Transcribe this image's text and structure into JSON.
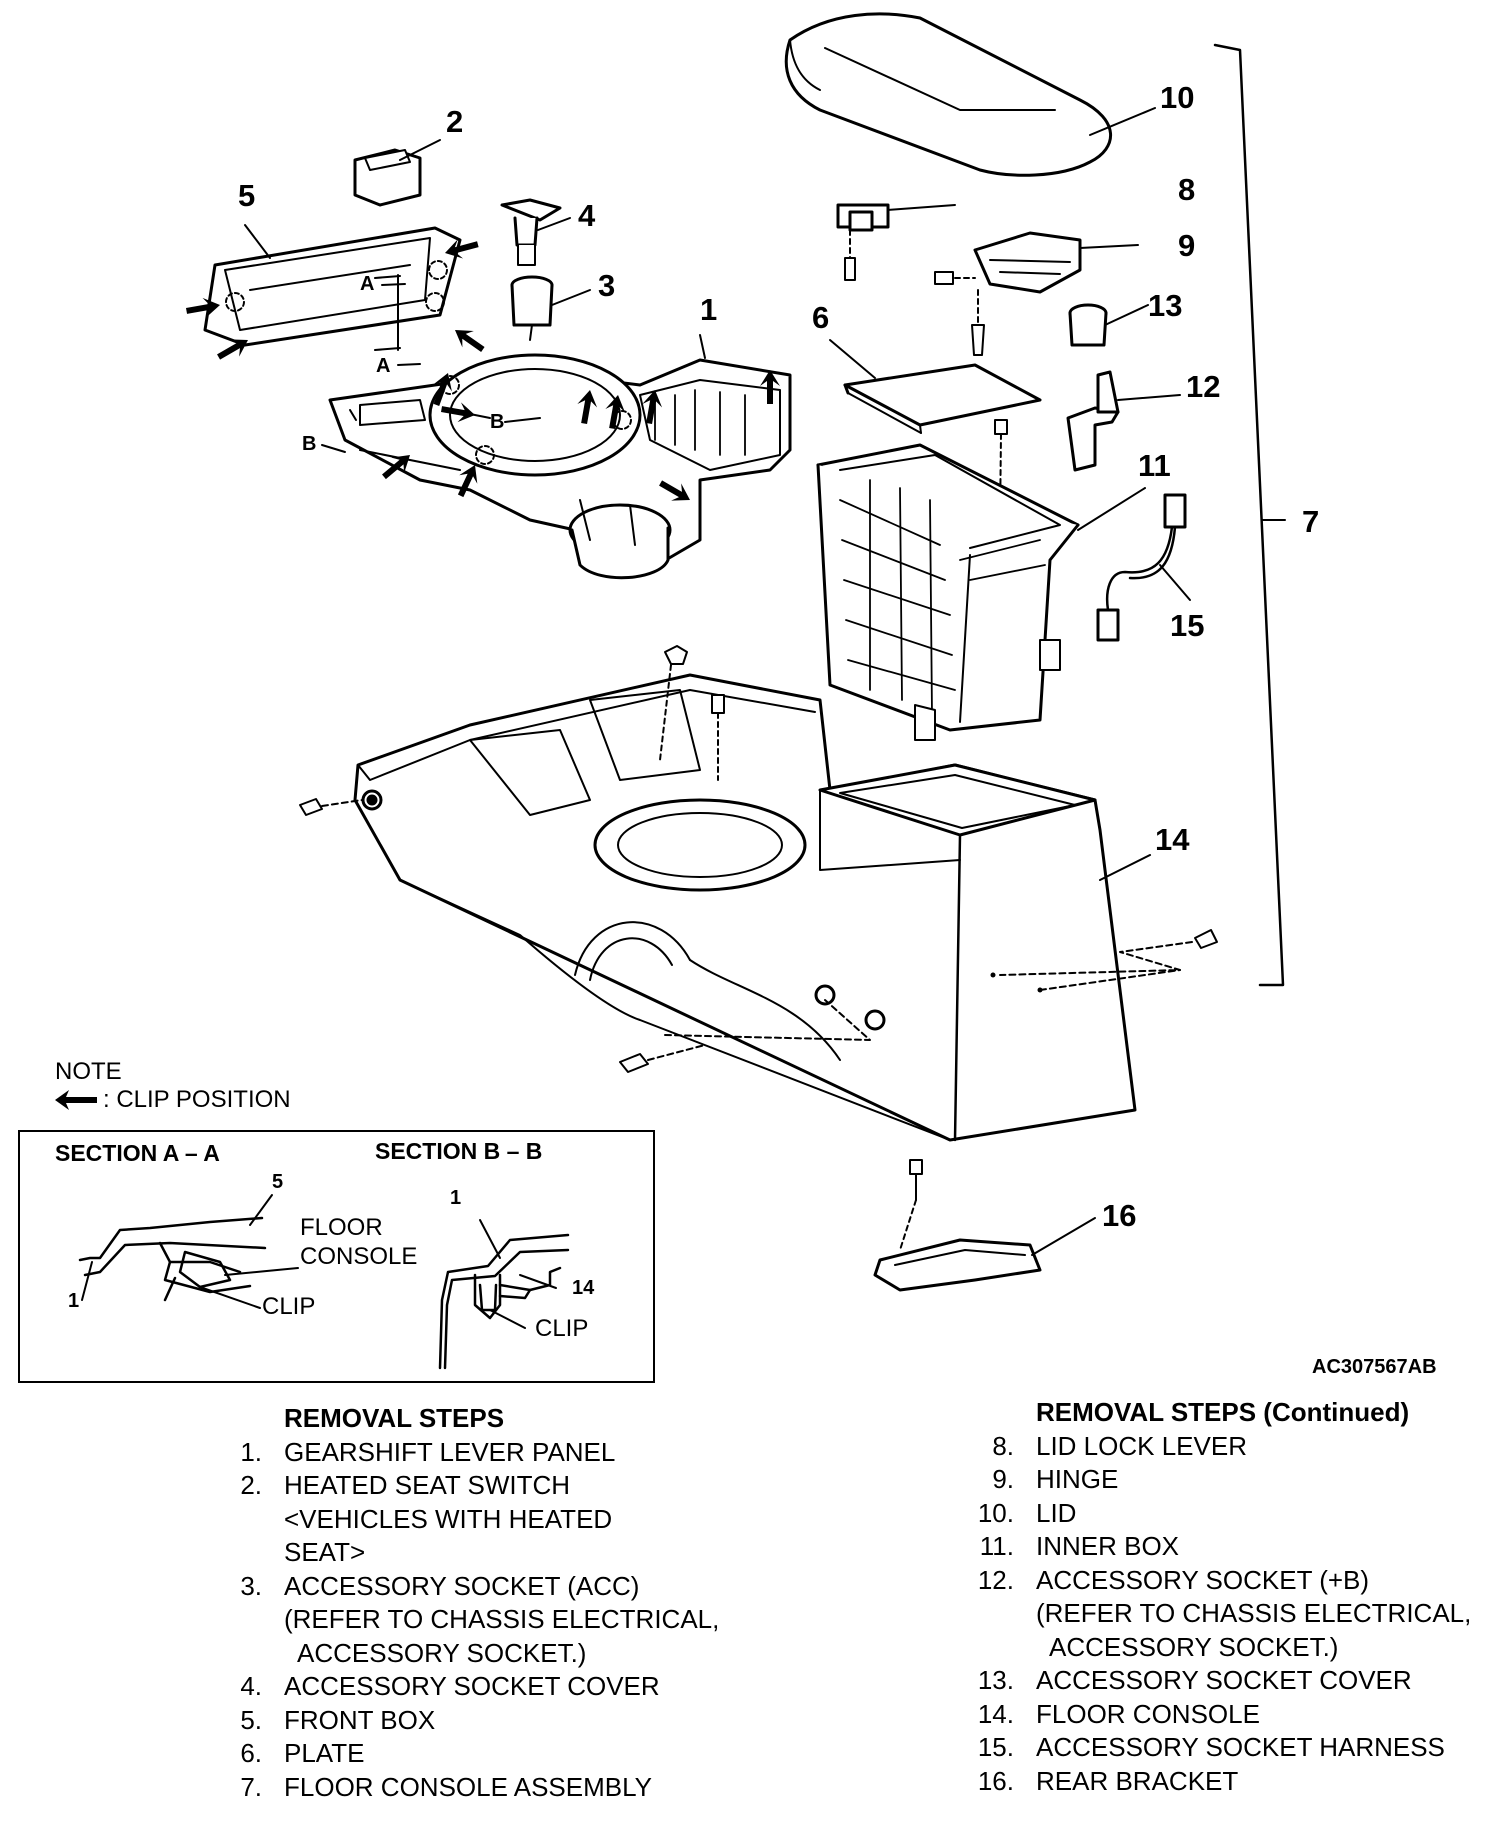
{
  "callouts": {
    "c1": "1",
    "c2": "2",
    "c3": "3",
    "c4": "4",
    "c5": "5",
    "c6": "6",
    "c7": "7",
    "c8": "8",
    "c9": "9",
    "c10": "10",
    "c11": "11",
    "c12": "12",
    "c13": "13",
    "c14": "14",
    "c15": "15",
    "c16": "16"
  },
  "section_marks": {
    "a1": "A",
    "a2": "A",
    "b1": "B",
    "b2": "B"
  },
  "note": {
    "title": "NOTE",
    "legend": ": CLIP POSITION"
  },
  "section_aa": {
    "title": "SECTION A – A",
    "num_5": "5",
    "num_1": "1",
    "floor": "FLOOR",
    "console": "CONSOLE",
    "clip": "CLIP"
  },
  "section_bb": {
    "title": "SECTION B – B",
    "num_1": "1",
    "num_14": "14",
    "clip": "CLIP"
  },
  "figure_code": "AC307567AB",
  "removal_steps": {
    "title": "REMOVAL STEPS",
    "items": [
      {
        "num": "1.",
        "lines": [
          "GEARSHIFT LEVER PANEL"
        ]
      },
      {
        "num": "2.",
        "lines": [
          "HEATED SEAT SWITCH",
          "<VEHICLES WITH HEATED",
          "SEAT>"
        ]
      },
      {
        "num": "3.",
        "lines": [
          "ACCESSORY SOCKET (ACC)",
          "(REFER TO CHASSIS ELECTRICAL,",
          "  ACCESSORY SOCKET.)"
        ]
      },
      {
        "num": "4.",
        "lines": [
          "ACCESSORY SOCKET COVER"
        ]
      },
      {
        "num": "5.",
        "lines": [
          "FRONT BOX"
        ]
      },
      {
        "num": "6.",
        "lines": [
          "PLATE"
        ]
      },
      {
        "num": "7.",
        "lines": [
          "FLOOR CONSOLE ASSEMBLY"
        ]
      }
    ]
  },
  "removal_steps_continued": {
    "title": "REMOVAL STEPS (Continued)",
    "items": [
      {
        "num": "8.",
        "lines": [
          "LID LOCK LEVER"
        ]
      },
      {
        "num": "9.",
        "lines": [
          "HINGE"
        ]
      },
      {
        "num": "10.",
        "lines": [
          "LID"
        ]
      },
      {
        "num": "11.",
        "lines": [
          "INNER BOX"
        ]
      },
      {
        "num": "12.",
        "lines": [
          "ACCESSORY SOCKET (+B)",
          "(REFER TO CHASSIS ELECTRICAL,",
          "  ACCESSORY SOCKET.)"
        ]
      },
      {
        "num": "13.",
        "lines": [
          "ACCESSORY SOCKET COVER"
        ]
      },
      {
        "num": "14.",
        "lines": [
          "FLOOR CONSOLE"
        ]
      },
      {
        "num": "15.",
        "lines": [
          "ACCESSORY SOCKET HARNESS"
        ]
      },
      {
        "num": "16.",
        "lines": [
          "REAR BRACKET"
        ]
      }
    ]
  }
}
